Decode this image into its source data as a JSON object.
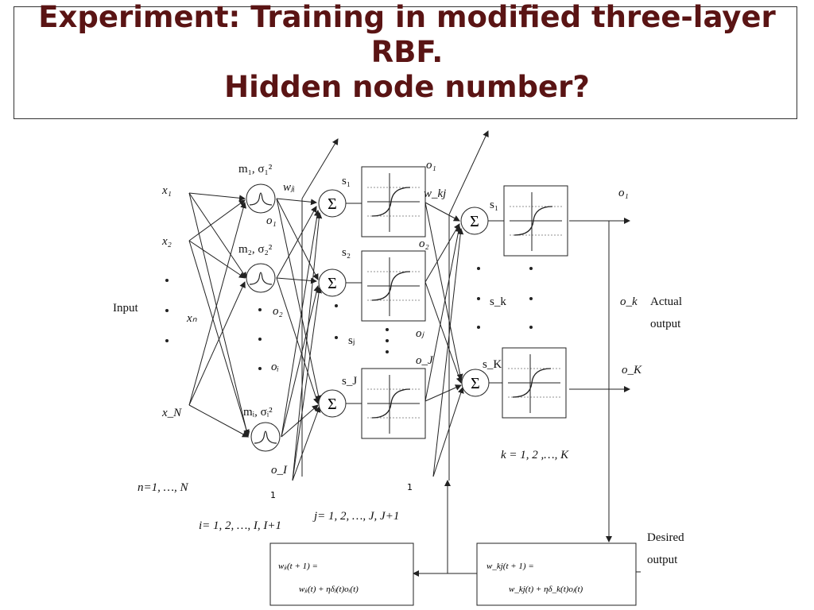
{
  "slide": {
    "title_lines": [
      "Experiment: Training in modified three-layer",
      "RBF.",
      "Hidden node number?"
    ]
  },
  "diagram": {
    "inputs": {
      "x1": "x₁",
      "x2": "x₂",
      "xn": "xₙ",
      "xN": "x_N",
      "label": "Input",
      "range": "n=1, …, N"
    },
    "rbf_nodes": {
      "param1": "m₁, σ₁²",
      "param2": "m₂, σ₂²",
      "paramI": "mᵢ, σᵢ²",
      "o1": "o₁",
      "o2": "o₂",
      "oi": "oᵢ",
      "oI": "o_I",
      "bias": "1",
      "range": "i= 1, 2, …, I, I+1"
    },
    "hidden": {
      "weight": "wⱼᵢ",
      "s1": "s₁",
      "s2": "s₂",
      "sj": "sⱼ",
      "sJ": "s_J",
      "o1": "o₁",
      "o2": "o₂",
      "oj": "oⱼ",
      "oJ": "o_J",
      "bias": "1",
      "range": "j= 1, 2, …, J, J+1"
    },
    "output": {
      "weight": "w_kj",
      "s1": "s₁",
      "sk": "s_k",
      "sK": "s_K",
      "o1": "o₁",
      "ok": "o_k",
      "oK": "o_K",
      "range": "k = 1, 2 ,…, K",
      "actual_output": [
        "Actual",
        "output"
      ],
      "desired_output": [
        "Desired",
        "output"
      ]
    },
    "update_boxes": {
      "hidden_rule_line1": "wⱼᵢ(t + 1) =",
      "hidden_rule_line2": "wⱼᵢ(t) + ηδⱼ(t)oᵢ(t)",
      "output_rule_line1": "w_kj(t + 1) =",
      "output_rule_line2": "w_kj(t) + ηδ_k(t)oⱼ(t)"
    },
    "sum_symbol": "Σ"
  },
  "colors": {
    "title": "#5a1414",
    "lines": "#222222"
  }
}
